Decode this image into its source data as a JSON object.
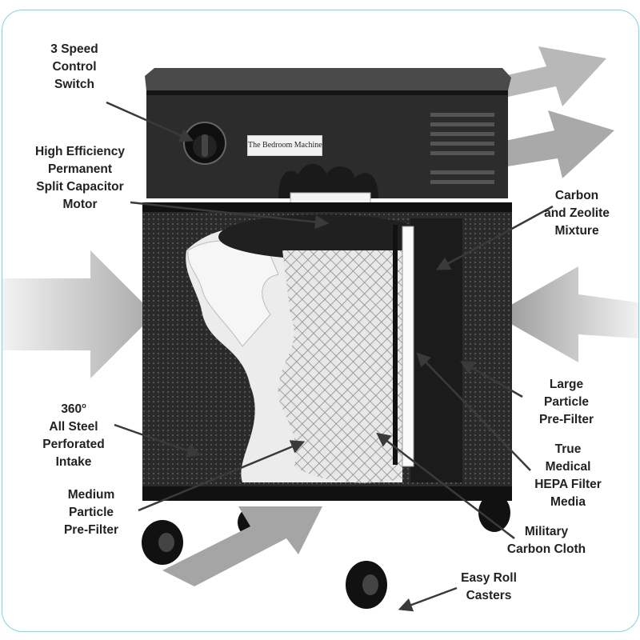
{
  "device": {
    "brand_label": "The Bedroom Machine"
  },
  "callouts": {
    "speed_switch": [
      "3 Speed",
      "Control",
      "Switch"
    ],
    "motor": [
      "High Efficiency",
      "Permanent",
      "Split Capacitor",
      "Motor"
    ],
    "carbon_zeolite": [
      "Carbon",
      "and Zeolite",
      "Mixture"
    ],
    "intake": [
      "360",
      "All Steel",
      "Perforated",
      "Intake"
    ],
    "intake_degree_mark": "o",
    "large_prefilter": [
      "Large",
      "Particle",
      "Pre-Filter"
    ],
    "hepa": [
      "True",
      "Medical",
      "HEPA Filter",
      "Media"
    ],
    "medium_prefilter": [
      "Medium",
      "Particle",
      "Pre-Filter"
    ],
    "carbon_cloth": [
      "Military",
      "Carbon Cloth"
    ],
    "casters": [
      "Easy Roll",
      "Casters"
    ]
  },
  "colors": {
    "frame_border": "#7fd3e6",
    "body_dark": "#1c1c1c",
    "airflow_arrow": "#b5b5b5",
    "label_text": "#222222"
  }
}
